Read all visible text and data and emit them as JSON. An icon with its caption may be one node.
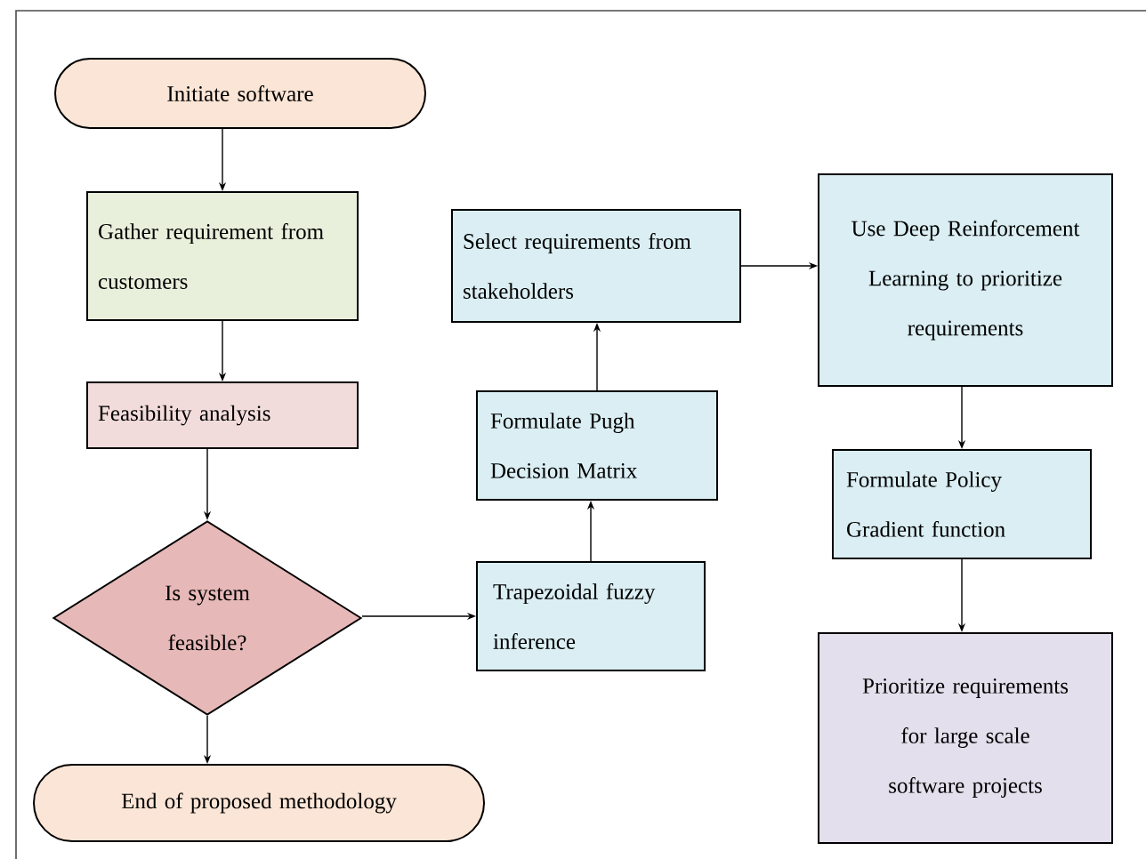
{
  "diagram": {
    "nodes": [
      {
        "text": [
          "Initiate software"
        ]
      },
      {
        "text": [
          "Gather requirement from customers"
        ]
      },
      {
        "text": [
          "Feasibility analysis"
        ]
      },
      {
        "text": [
          "Is system feasible?"
        ]
      },
      {
        "text": [
          "End of proposed methodology"
        ]
      },
      {
        "text": [
          "Select requirements from stakeholders"
        ]
      },
      {
        "text": [
          "Formulate Pugh Decision Matrix"
        ]
      },
      {
        "text": [
          "Trapezoidal fuzzy inference"
        ]
      },
      {
        "text": [
          "Use Deep Reinforcement Learning to prioritize requirements"
        ]
      },
      {
        "text": [
          "Formulate Policy Gradient function"
        ]
      },
      {
        "text": [
          "Prioritize requirements for large scale software projects"
        ]
      }
    ],
    "edges": [
      {
        "from": 0,
        "to": 1,
        "arrow": "to"
      },
      {
        "from": 1,
        "to": 2,
        "arrow": "to"
      },
      {
        "from": 2,
        "to": 3,
        "arrow": "to"
      },
      {
        "from": 3,
        "to": 4,
        "arrow": "to"
      },
      {
        "from": 3,
        "to": 7,
        "arrow": "to"
      },
      {
        "from": 7,
        "to": 6,
        "arrow": "to"
      },
      {
        "from": 6,
        "to": 5,
        "arrow": "to"
      },
      {
        "from": 5,
        "to": 8,
        "arrow": "to"
      },
      {
        "from": 8,
        "to": 9,
        "arrow": "to"
      },
      {
        "from": 9,
        "to": 10,
        "arrow": "to"
      }
    ]
  }
}
